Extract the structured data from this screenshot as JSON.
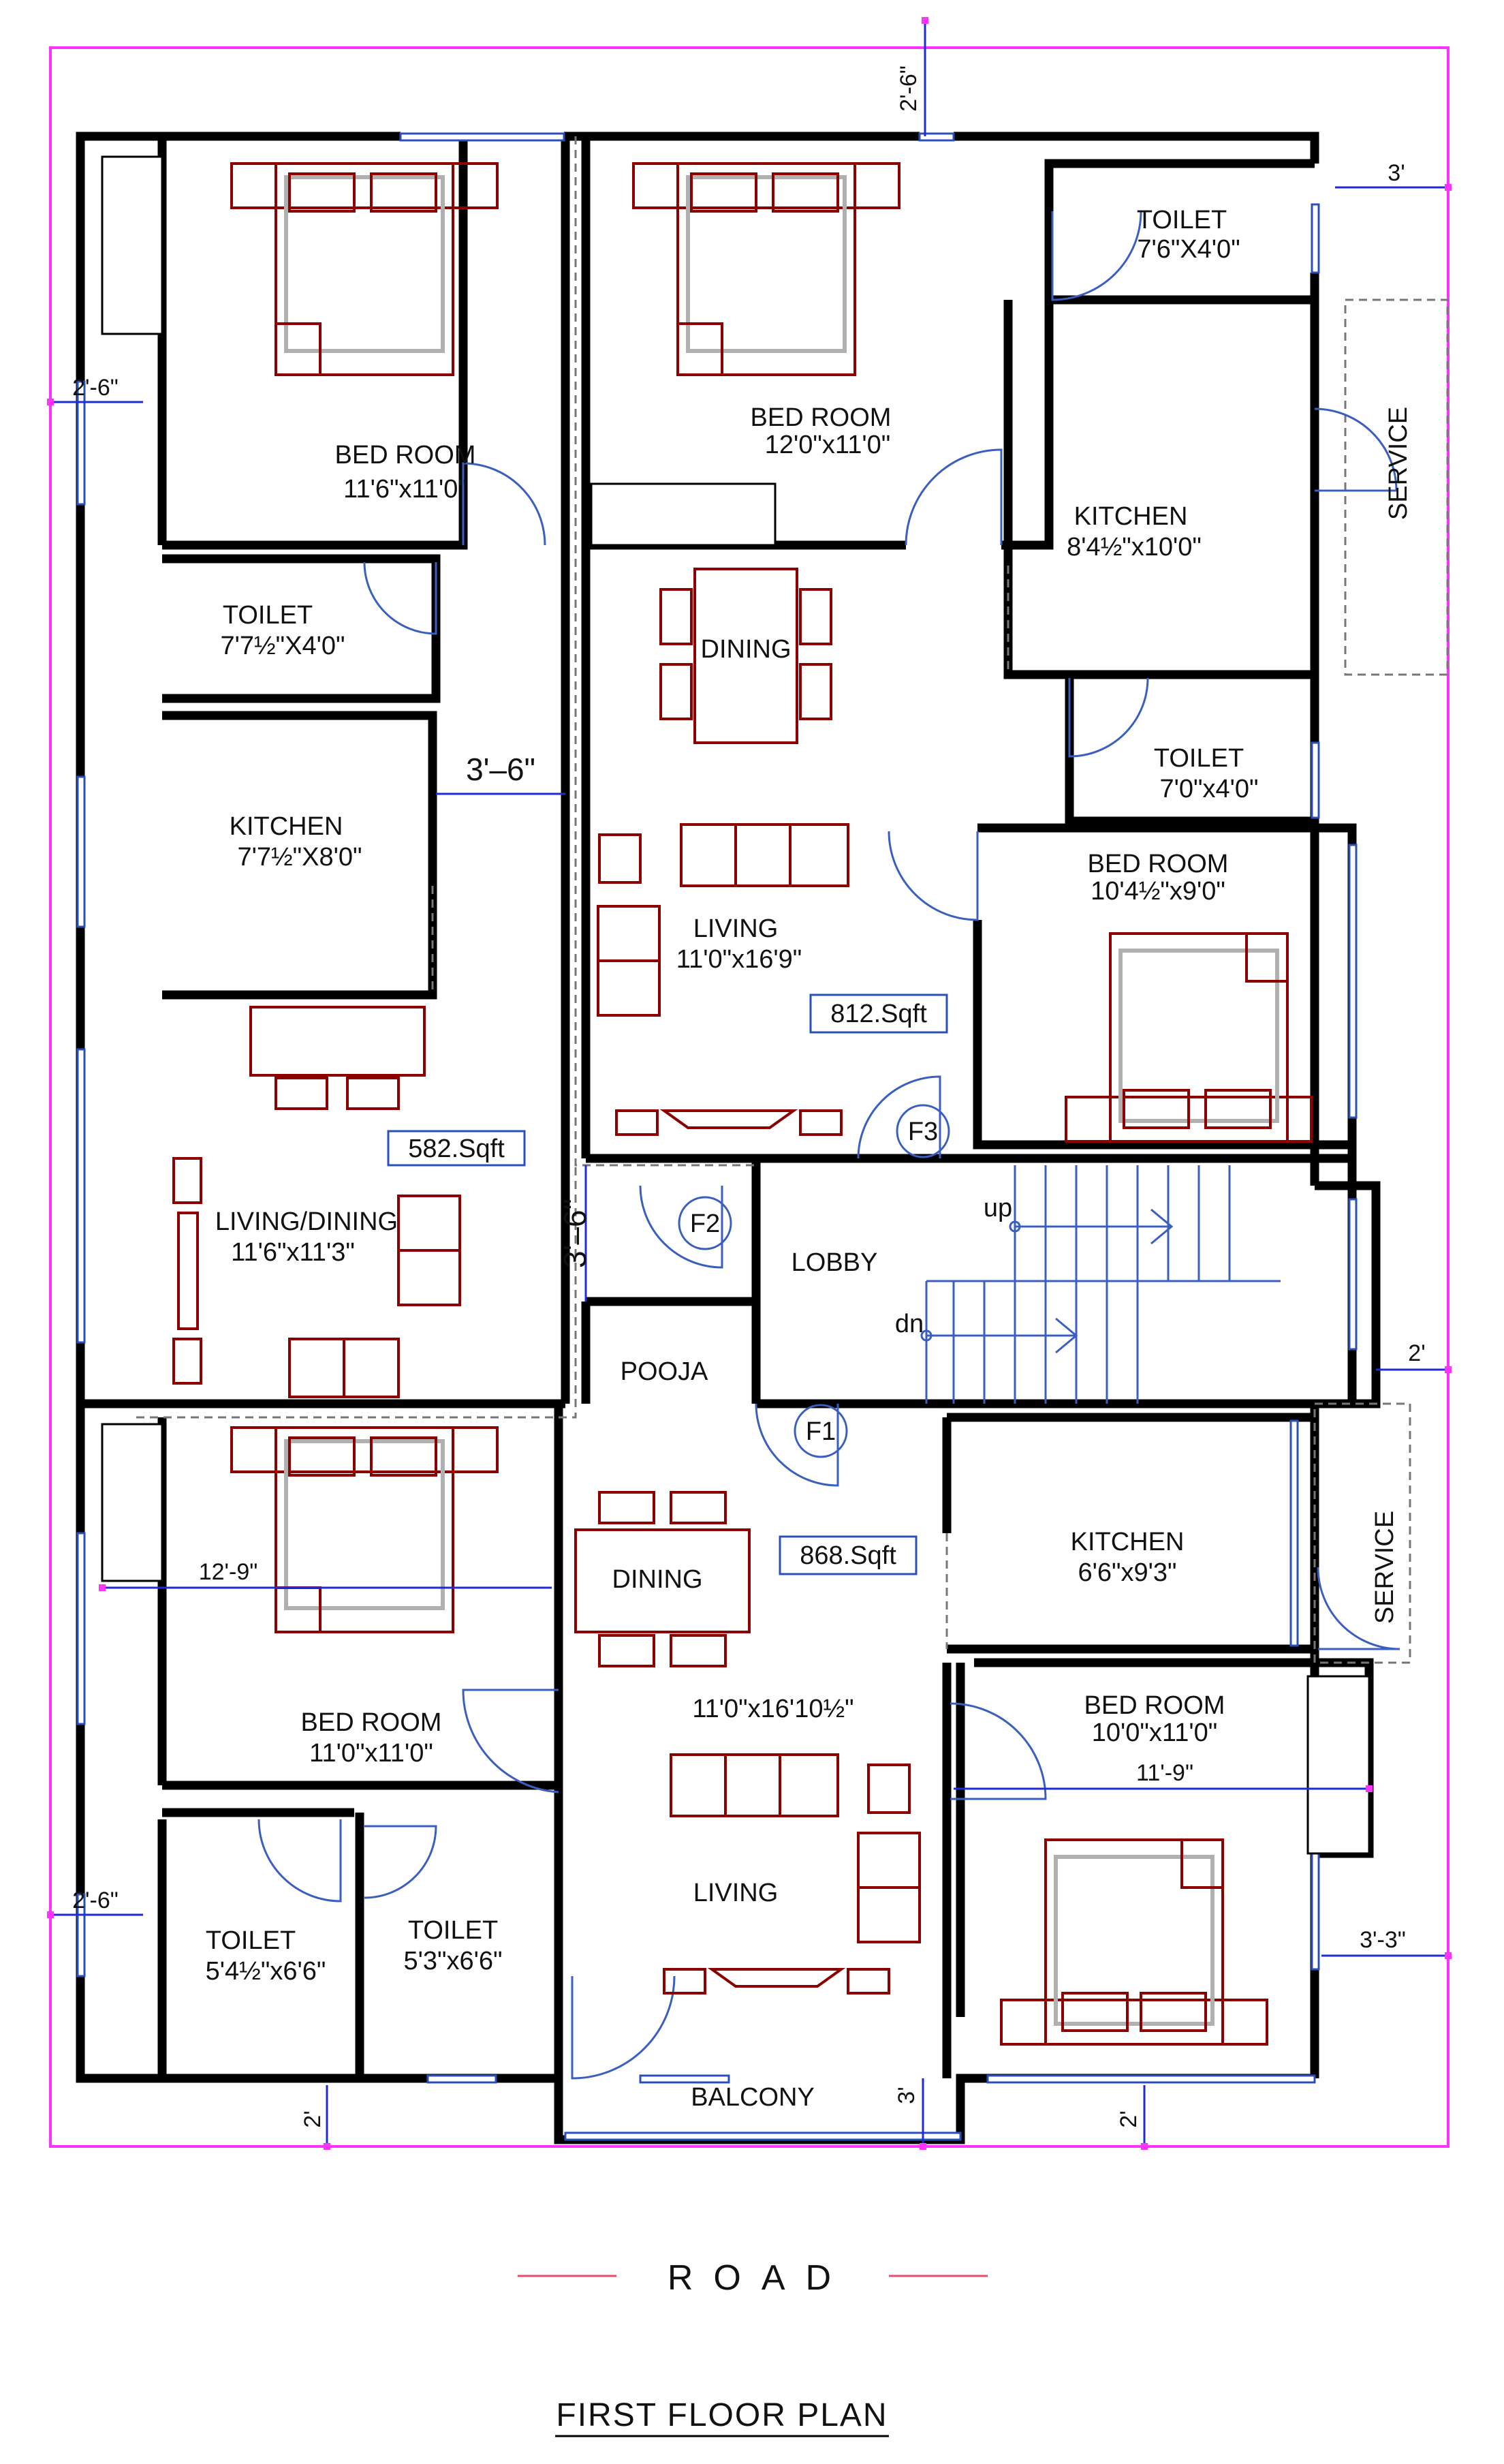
{
  "title": "FIRST FLOOR PLAN",
  "road_label": "ROAD",
  "rooms": {
    "bed_tl": {
      "name": "BED ROOM",
      "size": "11'6\"x11'0\""
    },
    "toilet_tl": {
      "name": "TOILET",
      "size": "7'7½\"X4'0\""
    },
    "kitchen_tl": {
      "name": "KITCHEN",
      "size": "7'7½\"X8'0\""
    },
    "living_dining_tl": {
      "name": "LIVING/DINING",
      "size": "11'6\"x11'3\""
    },
    "bed_tc": {
      "name": "BED ROOM",
      "size": "12'0\"x11'0\""
    },
    "toilet_tr": {
      "name": "TOILET",
      "size": "7'6\"X4'0\""
    },
    "kitchen_tr": {
      "name": "KITCHEN",
      "size": "8'4½\"x10'0\""
    },
    "service_tr": {
      "name": "SERVICE"
    },
    "dining_tc": {
      "name": "DINING"
    },
    "toilet_mr": {
      "name": "TOILET",
      "size": "7'0\"x4'0\""
    },
    "bed_mr": {
      "name": "BED ROOM",
      "size": "10'4½\"x9'0\""
    },
    "living_tc": {
      "name": "LIVING",
      "size": "11'0\"x16'9\""
    },
    "lobby": {
      "name": "LOBBY"
    },
    "pooja": {
      "name": "POOJA"
    },
    "bed_bl": {
      "name": "BED ROOM",
      "size": "11'0\"x11'0\""
    },
    "dining_bc": {
      "name": "DINING"
    },
    "kitchen_br": {
      "name": "KITCHEN",
      "size": "6'6\"x9'3\""
    },
    "service_br": {
      "name": "SERVICE"
    },
    "living_bc": {
      "name": "LIVING",
      "size": "11'0\"x16'10½\""
    },
    "bed_br": {
      "name": "BED ROOM",
      "size": "10'0\"x11'0\""
    },
    "toilet_bl1": {
      "name": "TOILET",
      "size": "5'4½\"x6'6\""
    },
    "toilet_bl2": {
      "name": "TOILET",
      "size": "5'3\"x6'6\""
    },
    "balcony": {
      "name": "BALCONY"
    }
  },
  "areas": {
    "tl": "582.Sqft",
    "tr": "812.Sqft",
    "b": "868.Sqft"
  },
  "flats": {
    "f1": "F1",
    "f2": "F2",
    "f3": "F3"
  },
  "stairs": {
    "up": "up",
    "dn": "dn"
  },
  "dimensions": {
    "top_setback": "2'-6\"",
    "right_top": "3'",
    "left_top": "2'-6\"",
    "corridor_h": "3'–6\"",
    "corridor_v": "3'–6\"",
    "right_mid": "2'",
    "bed_bl_width": "12'-9\"",
    "bed_br_width": "11'-9\"",
    "left_bottom": "2'-6\"",
    "right_bottom": "3'-3\"",
    "bottom_left": "2'",
    "bottom_mid": "3'",
    "bottom_right": "2'"
  },
  "colors": {
    "wall": "#000000",
    "boundary": "#ff33ff",
    "dimension": "#1f2bd6",
    "furniture": "#8b0000",
    "door": "#3b5fbf"
  }
}
